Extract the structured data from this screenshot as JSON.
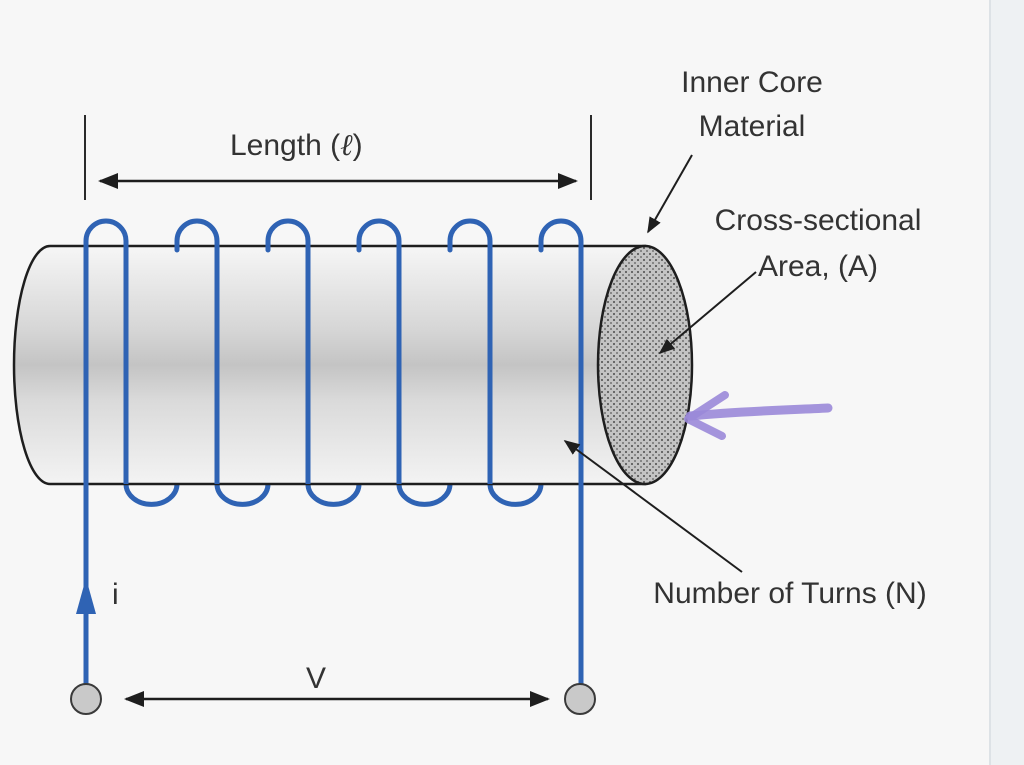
{
  "labels": {
    "length": "Length (",
    "length_symbol": "ℓ",
    "length_close": ")",
    "core_line1": "Inner Core",
    "core_line2": "Material",
    "area_line1": "Cross-sectional",
    "area_line2": "Area, (A)",
    "turns": "Number of Turns (N)",
    "current": "i",
    "voltage": "V"
  },
  "diagram": {
    "turn_count": 6
  },
  "colors": {
    "coil": "#2f63b4",
    "outline": "#1e1e1e",
    "annotation_arrow": "#9a88d8",
    "page_background": "#f7f7f7",
    "right_panel_background": "#eef1f3"
  }
}
